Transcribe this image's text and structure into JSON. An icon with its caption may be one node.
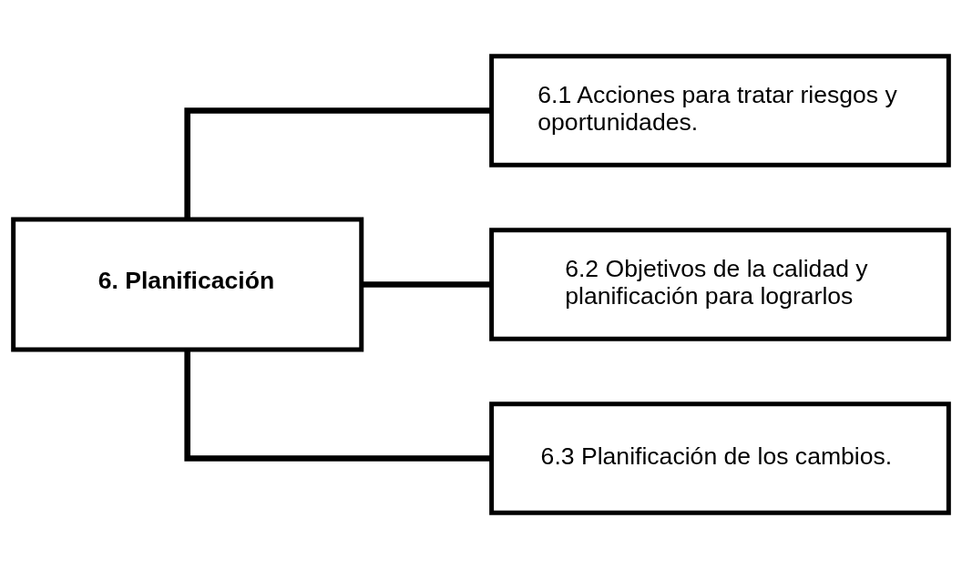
{
  "diagram": {
    "nodes": [
      {
        "text": [
          "6. Planificación"
        ]
      },
      {
        "text": [
          "6.1 Acciones para tratar riesgos y oportunidades."
        ]
      },
      {
        "text": [
          "6.2 Objetivos de la calidad y planificación para lograrlos"
        ]
      },
      {
        "text": [
          "6.3 Planificación de los cambios."
        ]
      }
    ],
    "edges": [
      {
        "from": 0,
        "to": 1,
        "arrow": "none"
      },
      {
        "from": 0,
        "to": 2,
        "arrow": "none"
      },
      {
        "from": 0,
        "to": 3,
        "arrow": "none"
      }
    ]
  }
}
